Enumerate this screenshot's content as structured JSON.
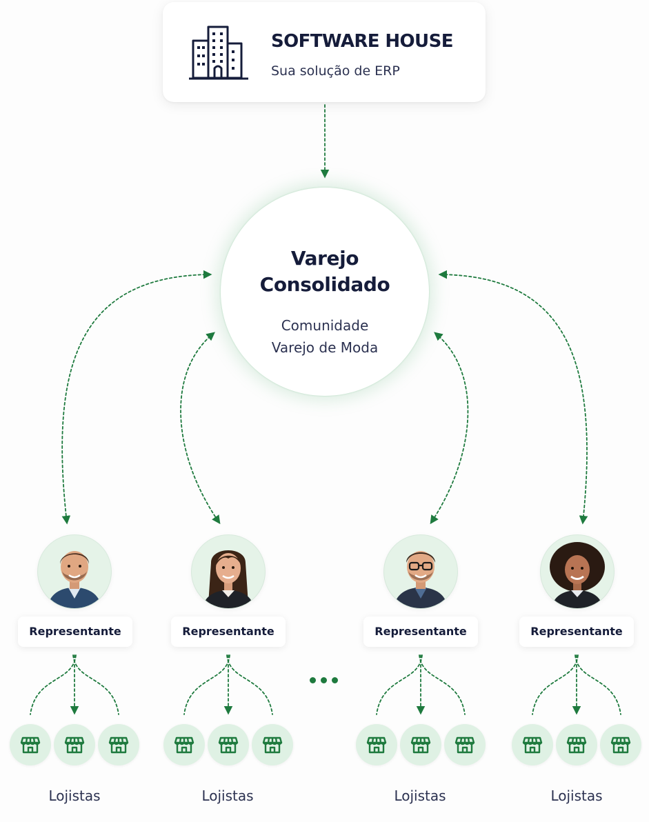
{
  "header": {
    "title": "SOFTWARE HOUSE",
    "subtitle": "Sua solução de ERP"
  },
  "hub": {
    "title_line1": "Varejo",
    "title_line2": "Consolidado",
    "subtitle_line1": "Comunidade",
    "subtitle_line2": "Varejo de Moda"
  },
  "representatives": [
    {
      "label": "Representante",
      "group_label": "Lojistas"
    },
    {
      "label": "Representante",
      "group_label": "Lojistas"
    },
    {
      "label": "Representante",
      "group_label": "Lojistas"
    },
    {
      "label": "Representante",
      "group_label": "Lojistas"
    }
  ],
  "colors": {
    "accent": "#1e7a3e",
    "text_dark": "#151c3a",
    "avatar_bg": "#e5f3e8",
    "store_bg": "#dff1e4"
  },
  "icons": {
    "header": "building-icon",
    "store": "storefront-icon"
  }
}
